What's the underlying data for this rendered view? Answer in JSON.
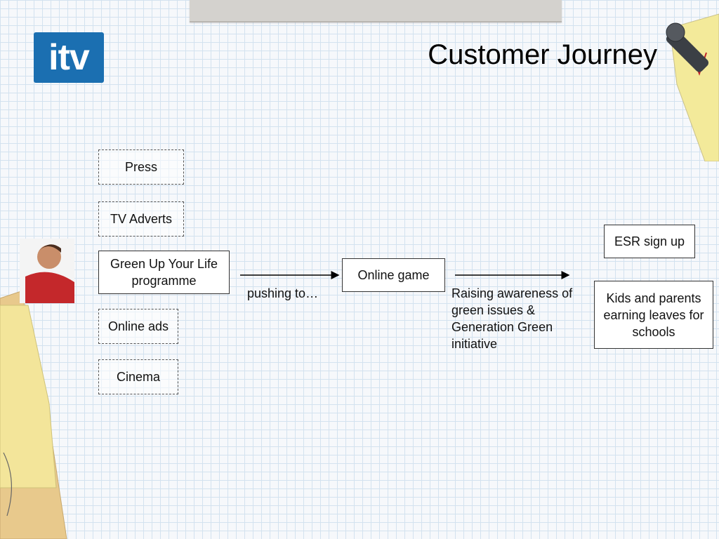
{
  "logo": {
    "text": "itv"
  },
  "title": "Customer Journey",
  "sources": [
    {
      "name": "press",
      "label": "Press"
    },
    {
      "name": "tv-adverts",
      "label": "TV Adverts"
    },
    {
      "name": "green-up-your-life",
      "label": "Green Up Your Life programme"
    },
    {
      "name": "online-ads",
      "label": "Online ads"
    },
    {
      "name": "cinema",
      "label": "Cinema"
    }
  ],
  "arrow_label_1": "pushing to…",
  "online_game": "Online game",
  "awareness_text": "Raising awareness of green issues & Generation Green initiative",
  "esr_signup": "ESR sign up",
  "kids_parents": "Kids and parents earning leaves for schools",
  "colors": {
    "logo_blue": "#1b6fb1",
    "grid": "#d3e2ef"
  }
}
